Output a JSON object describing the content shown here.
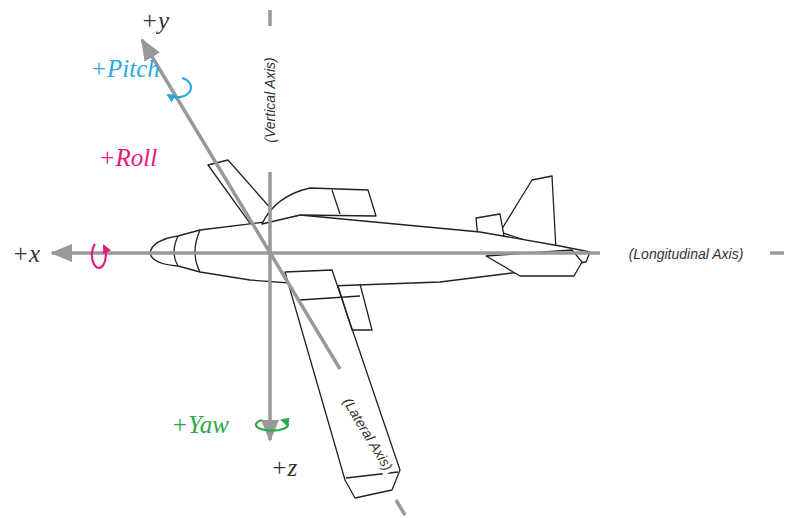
{
  "diagram": {
    "labels": [
      "+y",
      "+Pitch",
      "(Vertical Axis)",
      "+Roll",
      "+x",
      "(Longitudinal Axis)",
      "+Yaw",
      "+z",
      "(Lateral Axis)"
    ]
  }
}
